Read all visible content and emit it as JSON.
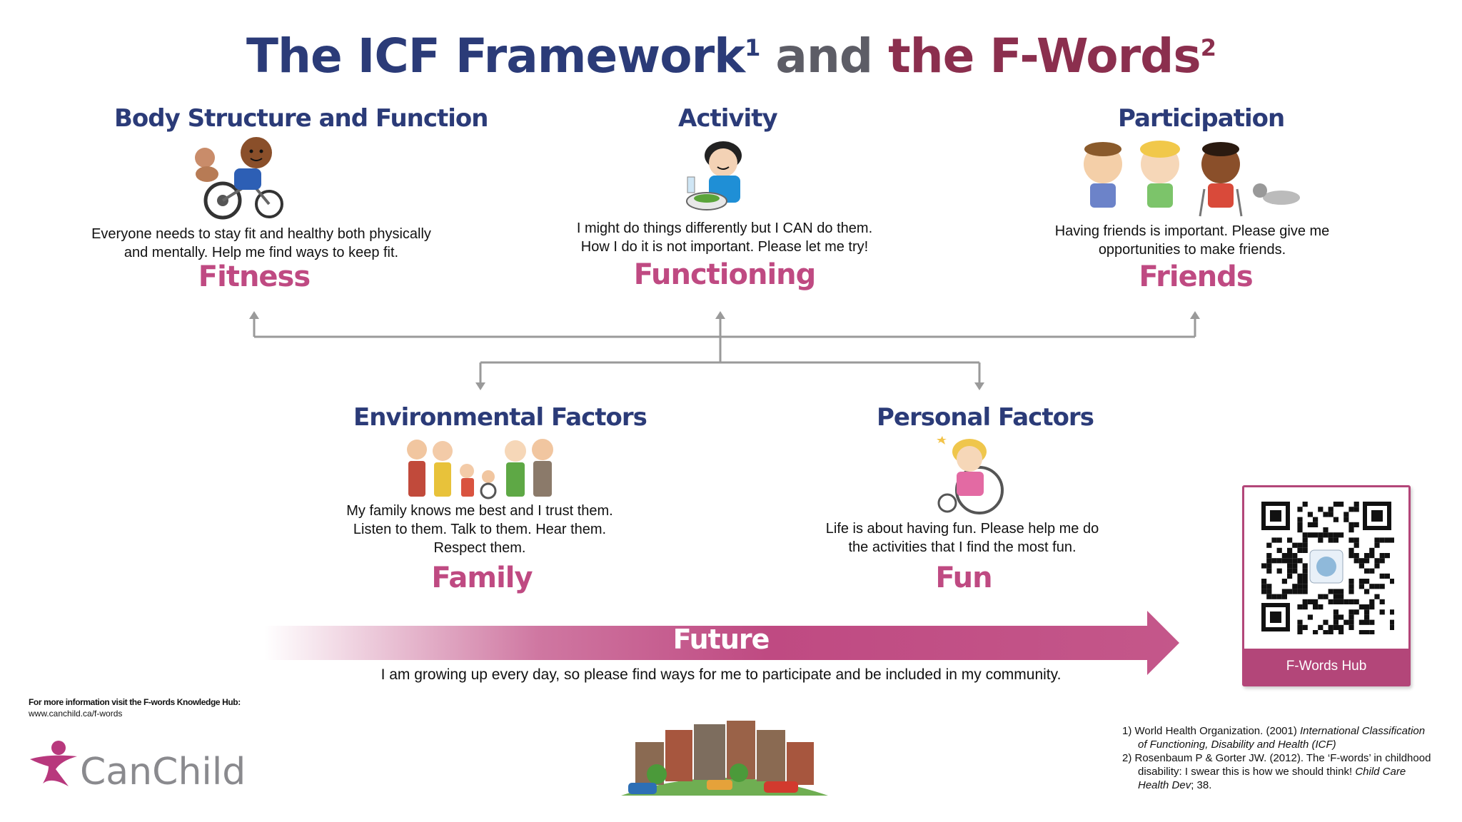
{
  "title": {
    "part1": "The ICF Framework",
    "sup1": "1",
    "part2": "and",
    "part3": "the F-Words",
    "sup2": "2"
  },
  "sections": {
    "body": {
      "heading": "Body Structure and Function",
      "desc_line1": "Everyone needs to stay fit and healthy both physically",
      "desc_line2": "and mentally. Help me find ways to keep fit.",
      "fword": "Fitness"
    },
    "activity": {
      "heading": "Activity",
      "desc_line1": "I might do things differently but I CAN do them.",
      "desc_line2": "How I do it is not important. Please let me try!",
      "fword": "Functioning"
    },
    "participation": {
      "heading": "Participation",
      "desc_line1": "Having friends is important. Please give me",
      "desc_line2": "opportunities to make friends.",
      "fword": "Friends"
    },
    "environmental": {
      "heading": "Environmental Factors",
      "desc_line1": "My family knows me best and I trust them.",
      "desc_line2": "Listen to them. Talk to them. Hear them.",
      "desc_line3": "Respect them.",
      "fword": "Family"
    },
    "personal": {
      "heading": "Personal Factors",
      "desc_line1": "Life is about having fun. Please help me do",
      "desc_line2": "the activities that I find the most fun.",
      "fword": "Fun"
    }
  },
  "future": {
    "label": "Future",
    "desc": "I am growing up every day, so please find ways for me to participate and be included in my community."
  },
  "qr": {
    "label": "F-Words Hub"
  },
  "info": {
    "label": "For more information visit the F-words Knowledge Hub:",
    "url": "www.canchild.ca/f-words"
  },
  "logo": {
    "text": "CanChild"
  },
  "references": {
    "r1_plain": "1) World Health Organization. (2001) ",
    "r1_italic": "International Classification of Functioning, Disability and Health (ICF)",
    "r2_plain": "2) Rosenbaum P & Gorter JW. (2012). The ‘F-words’ in childhood disability: I swear this is how we should think! ",
    "r2_italic": "Child Care Health Dev",
    "r2_end": "; 38."
  },
  "colors": {
    "navy": "#2b3b78",
    "magenta": "#bf4a82",
    "burgundy": "#8b2f4e",
    "arrow_grey": "#9a9a9a"
  }
}
